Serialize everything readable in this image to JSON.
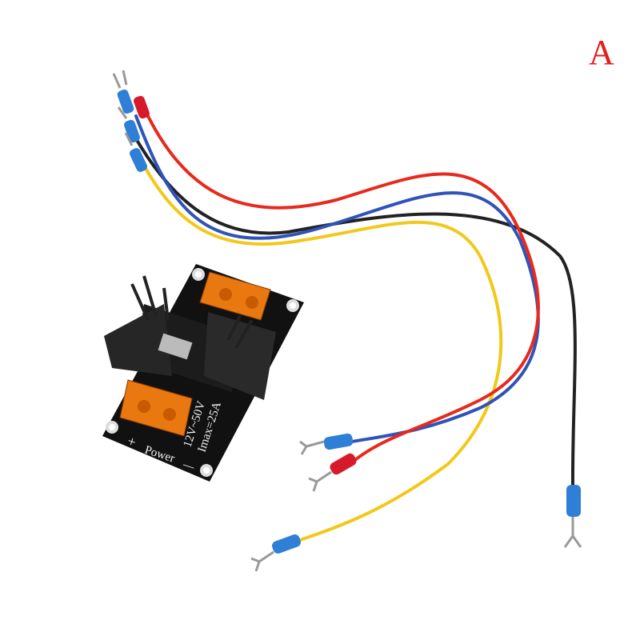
{
  "variant_label": "A",
  "board": {
    "voltage_label": "12V~50V",
    "current_label": "Imax=25A",
    "power_label": "Power",
    "plus_label": "+",
    "minus_label": "—"
  },
  "colors": {
    "red_wire": "#e8291c",
    "blue_wire": "#2f53b8",
    "black_wire": "#222222",
    "yellow_wire": "#f2c81a",
    "terminal": "#e8780f",
    "pcb": "#111111"
  }
}
